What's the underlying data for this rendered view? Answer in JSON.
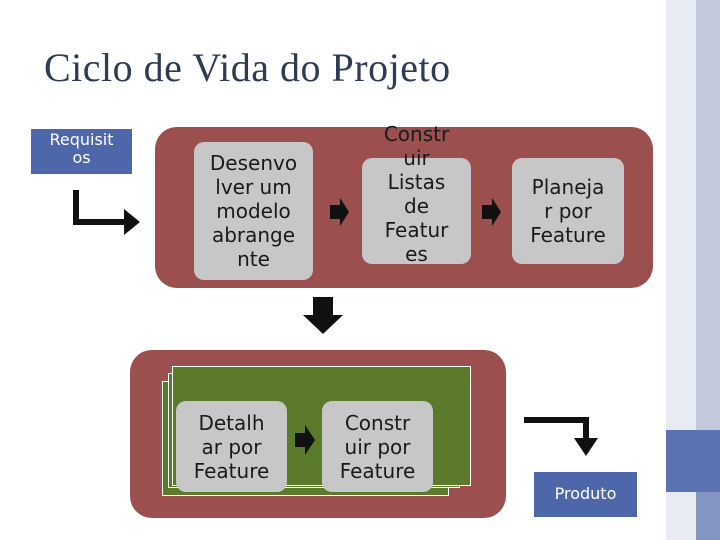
{
  "slide": {
    "title": "Ciclo de Vida do Projeto"
  },
  "inputs": {
    "requisitos": "Requisit\nos",
    "produto": "Produto"
  },
  "steps": {
    "desenvolver": "Desenvo\nlver um\nmodelo\nabrange\nnte",
    "construir_listas": "Constr\nuir\nListas\nde\nFeatur\nes",
    "planejar": "Planeja\nr por\nFeature",
    "detalhar": "Detalh\nar por\nFeature",
    "construir": "Constr\nuir por\nFeature"
  },
  "colors": {
    "title": "#2f3b55",
    "panel": "#9b4f4f",
    "node": "#c7c7c7",
    "iteration": "#5b7a2b",
    "blue": "#4e66aa"
  },
  "icons": [
    "bent-arrow-icon",
    "right-arrow-icon",
    "down-arrow-icon"
  ]
}
